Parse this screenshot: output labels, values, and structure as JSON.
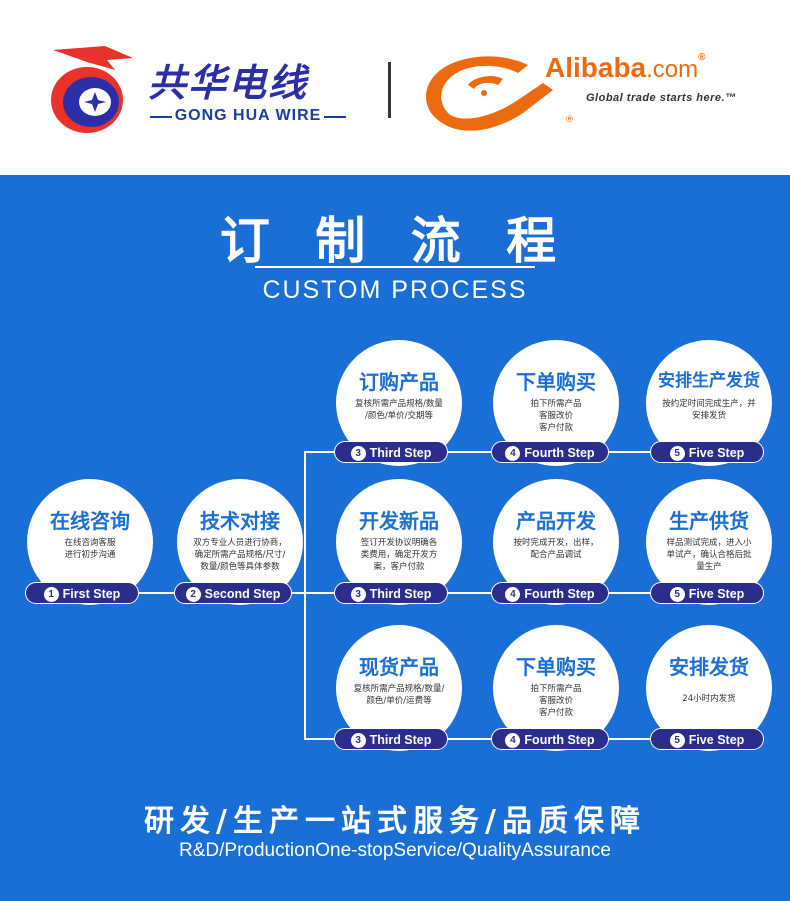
{
  "header": {
    "brand_cn": "共华电线",
    "brand_en": "GONG HUA WIRE",
    "alibaba_brand": "Alibaba",
    "alibaba_domain": ".com",
    "alibaba_reg": "®",
    "alibaba_slogan": "Global trade starts here.™",
    "colors": {
      "gonghua_blue": "#2c2ea8",
      "gonghua_red": "#e8322a",
      "alibaba_orange": "#ee6a0e"
    }
  },
  "title": {
    "cn": "订 制 流 程",
    "en": "CUSTOM PROCESS"
  },
  "colors": {
    "background": "#1a6fd6",
    "pill": "#2a2d8c",
    "node_title": "#1a6fd6"
  },
  "steps": {
    "s1": {
      "title": "在线咨询",
      "desc": "在线咨询客服\n进行初步沟通",
      "num": "1",
      "label": "First Step"
    },
    "s2": {
      "title": "技术对接",
      "desc": "双方专业人员进行协商，\n确定所需产品规格/尺寸/\n数量/颜色等具体参数",
      "num": "2",
      "label": "Second Step"
    },
    "r1": [
      {
        "title": "订购产品",
        "desc": "复核所需产品规格/数量\n/颜色/单价/交期等",
        "num": "3",
        "label": "Third Step"
      },
      {
        "title": "下单购买",
        "desc": "拍下所需产品\n客服改价\n客户付款",
        "num": "4",
        "label": "Fourth Step"
      },
      {
        "title": "安排生产发货",
        "desc": "按约定时间完成生产，并\n安排发货",
        "num": "5",
        "label": "Five Step"
      }
    ],
    "r2": [
      {
        "title": "开发新品",
        "desc": "签订开发协议明确各\n类费用，确定开发方\n案，客户付款",
        "num": "3",
        "label": "Third Step"
      },
      {
        "title": "产品开发",
        "desc": "按时完成开发，出样，\n配合产品调试",
        "num": "4",
        "label": "Fourth Step"
      },
      {
        "title": "生产供货",
        "desc": "样品测试完成，进入小\n单试产，确认合格后批\n量生产",
        "num": "5",
        "label": "Five Step"
      }
    ],
    "r3": [
      {
        "title": "现货产品",
        "desc": "复核所需产品规格/数量/\n颜色/单价/运费等",
        "num": "3",
        "label": "Third Step"
      },
      {
        "title": "下单购买",
        "desc": "拍下所需产品\n客服改价\n客户付款",
        "num": "4",
        "label": "Fourth Step"
      },
      {
        "title": "安排发货",
        "desc": "24小时内发货",
        "num": "5",
        "label": "Five Step"
      }
    ]
  },
  "footer": {
    "cn": "研发/生产一站式服务/品质保障",
    "en": "R&D/ProductionOne-stopService/QualityAssurance"
  }
}
